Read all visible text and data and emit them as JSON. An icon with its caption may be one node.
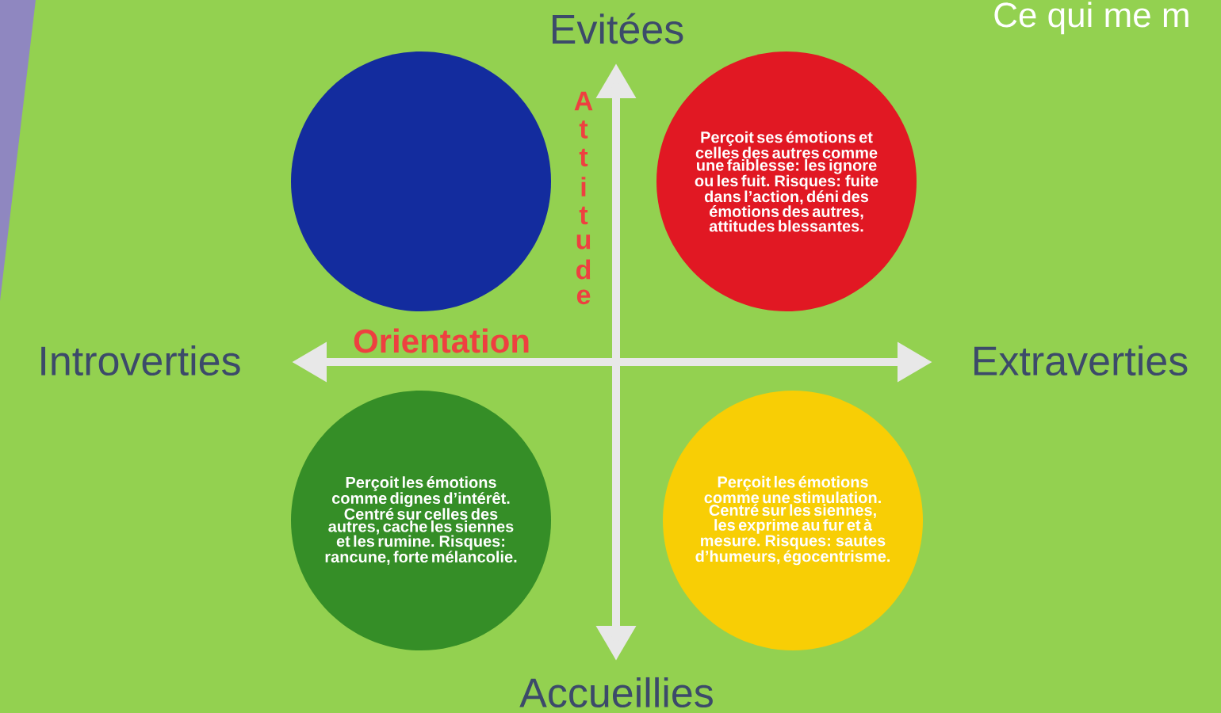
{
  "diagram": {
    "nodes": [
      {
        "text": [],
        "shape": "circle"
      },
      {
        "text": [
          "Perçoit ses émotions et celles des autres comme une faiblesse: les ignore ou les fuit. Risques: fuite dans l’action, déni des émotions des autres, attitudes blessantes."
        ]
      },
      {
        "text": [
          "Perçoit les émotions comme dignes d’intérêt. Centré sur celles des autres, cache les siennes et les rumine. Risques: rancune, forte mélancolie."
        ]
      },
      {
        "text": [
          "Perçoit les émotions comme une stimulation. Centré sur les siennes, les exprime au fur et à mesure. Risques: sautes d’humeurs, égocentrisme."
        ]
      }
    ],
    "labels": [
      "Ce qui me m",
      "Evitées",
      "Attitude",
      "Introverties",
      "Orientation",
      "Extraverties",
      "Accueillies"
    ]
  }
}
